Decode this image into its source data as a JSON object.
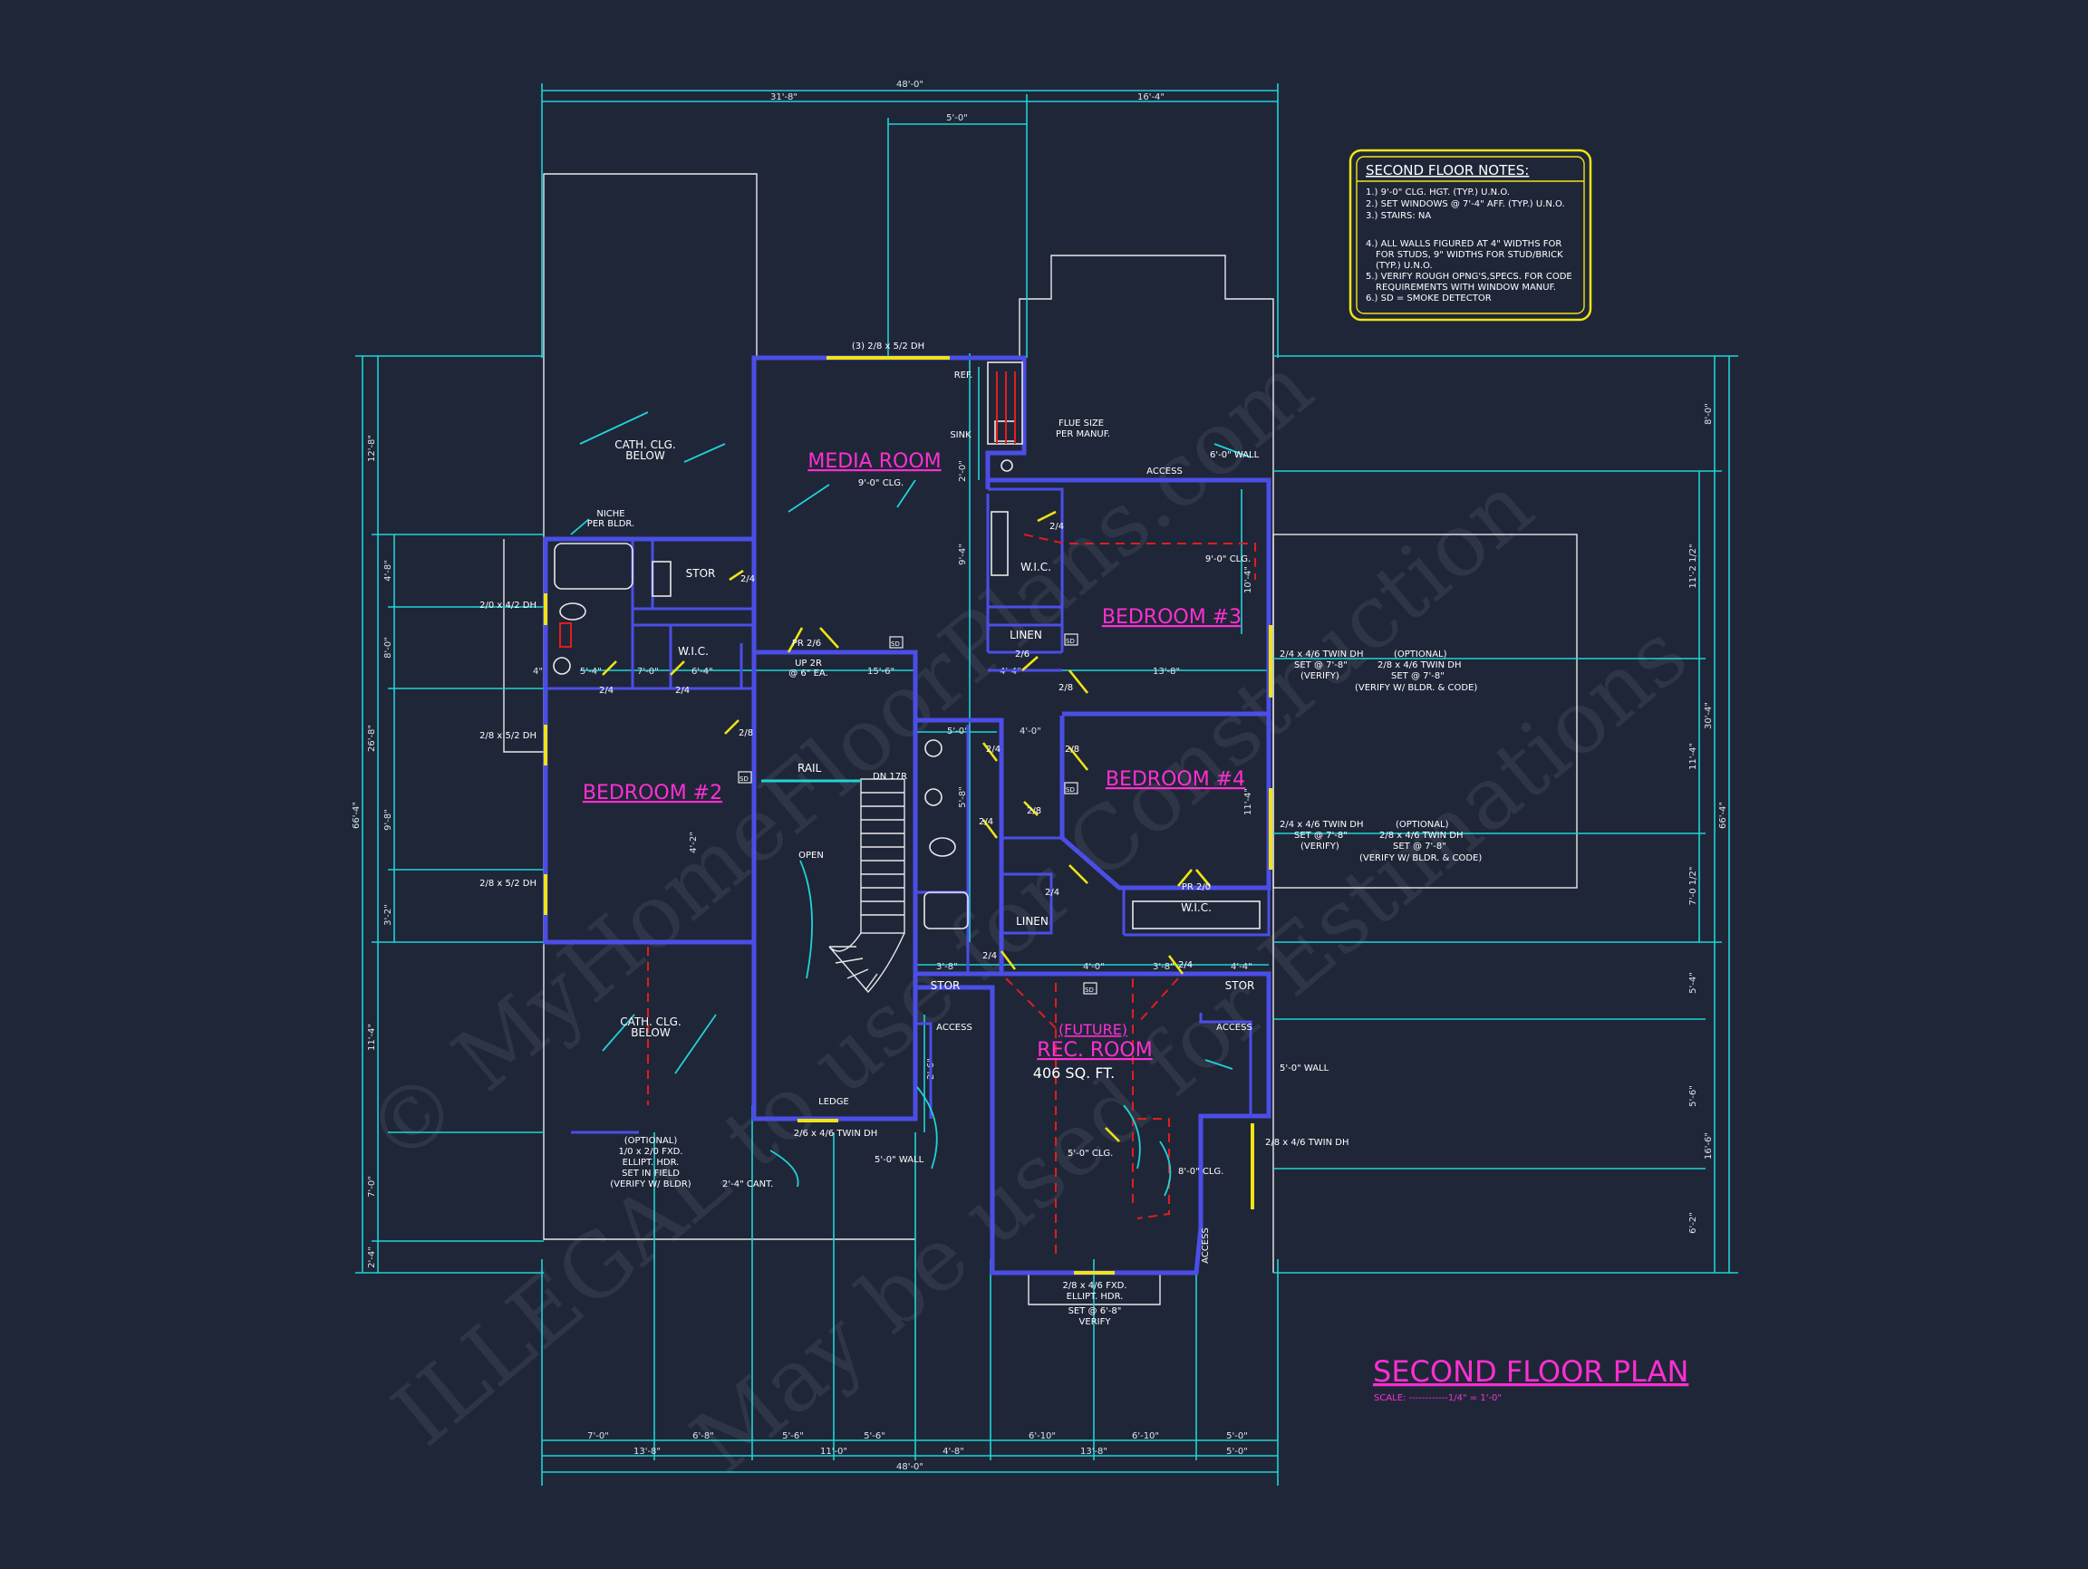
{
  "title": "SECOND FLOOR PLAN",
  "scale": "SCALE: ------------1/4\" = 1'-0\"",
  "notes": {
    "heading": "SECOND FLOOR NOTES:",
    "lines": [
      "1.) 9'-0\" CLG. HGT. (TYP.) U.N.O.",
      "2.) SET WINDOWS @ 7'-4\" AFF. (TYP.) U.N.O.",
      "3.) STAIRS: NA",
      "4.) ALL WALLS FIGURED AT 4\" WIDTHS FOR",
      "FOR STUDS, 9\" WIDTHS FOR STUD/BRICK",
      "(TYP.) U.N.O.",
      "5.) VERIFY ROUGH OPNG'S,SPECS. FOR CODE",
      "REQUIREMENTS WITH WINDOW MANUF.",
      "6.) SD = SMOKE DETECTOR"
    ]
  },
  "rooms": {
    "media": "MEDIA ROOM",
    "bed2": "BEDROOM #2",
    "bed3": "BEDROOM #3",
    "bed4": "BEDROOM #4",
    "future": "(FUTURE)",
    "rec": "REC. ROOM",
    "rec_area": "406 SQ. FT."
  },
  "labels": {
    "cath_top_1": "CATH. CLG.",
    "cath_top_2": "BELOW",
    "cath_bot_1": "CATH. CLG.",
    "cath_bot_2": "BELOW",
    "niche_1": "NICHE",
    "niche_2": "PER BLDR.",
    "stor_top": "STOR",
    "wic_b2": "W.I.C.",
    "wic_b3": "W.I.C.",
    "wic_b4": "W.I.C.",
    "linen_a": "LINEN",
    "linen_b": "LINEN",
    "stor_left": "STOR",
    "stor_right": "STOR",
    "access_top": "ACCESS",
    "access_rec_l": "ACCESS",
    "access_rec_r": "ACCESS",
    "access_rec_b": "ACCESS",
    "media_clg": "9'-0\" CLG.",
    "bed3_clg": "9'-0\" CLG.",
    "ref": "REF.",
    "sink": "SINK",
    "flue_1": "FLUE SIZE",
    "flue_2": "PER MANUF.",
    "wall_60": "6'-0\" WALL",
    "wall_50r": "5'-0\" WALL",
    "wall_50l": "5'-0\" WALL",
    "rail": "RAIL",
    "dn": "DN 17R",
    "open": "OPEN",
    "up": "UP 2R",
    "up2": "@ 6\" EA.",
    "pr26": "PR 2/6",
    "pr20": "PR 2/0",
    "ledge": "LEDGE",
    "cant": "2'-4\" CANT.",
    "rec_clg": "5'-0\" CLG.",
    "rec_clg2": "8'-0\" CLG.",
    "win_media": "(3) 2/8 x 5/2 DH",
    "win_b2a": "2/0 x 4/2 DH",
    "win_b2b": "2/8 x 5/2 DH",
    "win_b2c": "2/8 x 5/2 DH",
    "win_b3": "2/4 x 4/6 TWIN DH",
    "win_b3s": "SET @ 7'-8\"",
    "win_b3v": "(VERIFY)",
    "opt_b3_1": "(OPTIONAL)",
    "opt_b3_2": "2/8 x 4/6 TWIN DH",
    "opt_b3_3": "SET @ 7'-8\"",
    "opt_b3_4": "(VERIFY W/ BLDR. & CODE)",
    "win_b4": "2/4 x 4/6 TWIN DH",
    "win_b4s": "SET @ 7'-8\"",
    "win_b4v": "(VERIFY)",
    "opt_b4_1": "(OPTIONAL)",
    "opt_b4_2": "2/8 x 4/6 TWIN DH",
    "opt_b4_3": "SET @ 7'-8\"",
    "opt_b4_4": "(VERIFY W/ BLDR. & CODE)",
    "opt_l_1": "(OPTIONAL)",
    "opt_l_2": "1/0 x 2/0 FXD.",
    "opt_l_3": "ELLIPT. HDR.",
    "opt_l_4": "SET IN FIELD",
    "opt_l_5": "(VERIFY W/ BLDR)",
    "win_ledge": "2/6 x 4/6 TWIN DH",
    "win_rec": "2/8 x 4/6 TWIN DH",
    "win_bot_1": "2/8 x 4/6 FXD.",
    "win_bot_2": "ELLIPT. HDR.",
    "win_bot_3": "SET @ 6'-8\"",
    "win_bot_4": "VERIFY",
    "sd": "SD",
    "d24": "2/4",
    "d28": "2/8",
    "d26": "2/6"
  },
  "dims": {
    "top_total": "48'-0\"",
    "top_a": "31'-8\"",
    "top_b": "16'-4\"",
    "top_c": "5'-0\"",
    "bot_total": "48'-0\"",
    "bot_row1": [
      "7'-0\"",
      "6'-8\"",
      "5'-6\"",
      "5'-6\"",
      "6'-10\"",
      "6'-10\"",
      "5'-0\""
    ],
    "bot_row2": [
      "13'-8\"",
      "11'-0\"",
      "4'-8\"",
      "13'-8\"",
      "5'-0\""
    ],
    "left_total": "66'-4\"",
    "left_a": "12'-8\"",
    "left_b": "26'-8\"",
    "left_c": "11'-4\"",
    "left_d": "7'-0\"",
    "left_e": "2'-4\"",
    "left_f": "4'-8\"",
    "left_g": "8'-0\"",
    "left_h": "9'-8\"",
    "left_i": "3'-2\"",
    "right_total": "66'-4\"",
    "right_a": "8'-0\"",
    "right_b": "30'-4\"",
    "right_c": "16'-6\"",
    "right_d": "11'-2 1/2\"",
    "right_e": "7'-0 1/2\"",
    "right_f": "5'-4\"",
    "right_g": "5'-6\"",
    "right_h": "6'-2\"",
    "right_i": "11'-4\"",
    "int": [
      "4\"",
      "5'-4\"",
      "7'-0\"",
      "6'-4\"",
      "15'-6\"",
      "4'-4\"",
      "4'-0\"",
      "13'-8\"",
      "5'-0\"",
      "3'-8\"",
      "4'-0\"",
      "4'-4\"",
      "3'-8\"",
      "5'-8\"",
      "9'-4\"",
      "2'-0\"",
      "10'-4\"",
      "11'-4\"",
      "2'-6\"",
      "4'-2\""
    ]
  },
  "watermark": [
    "© MyHomeFloorPlans.com",
    "ILLEGAL to use for Construction",
    "May be used for Estimations"
  ],
  "colors": {
    "background": "#1f2638",
    "dimension": "#1fd3d6",
    "wall": "#4b4ee6",
    "room_label": "#ff2fd2",
    "door_window": "#f0e414",
    "ceiling_line": "#e21d1d",
    "notes_box": "#f0e414"
  }
}
